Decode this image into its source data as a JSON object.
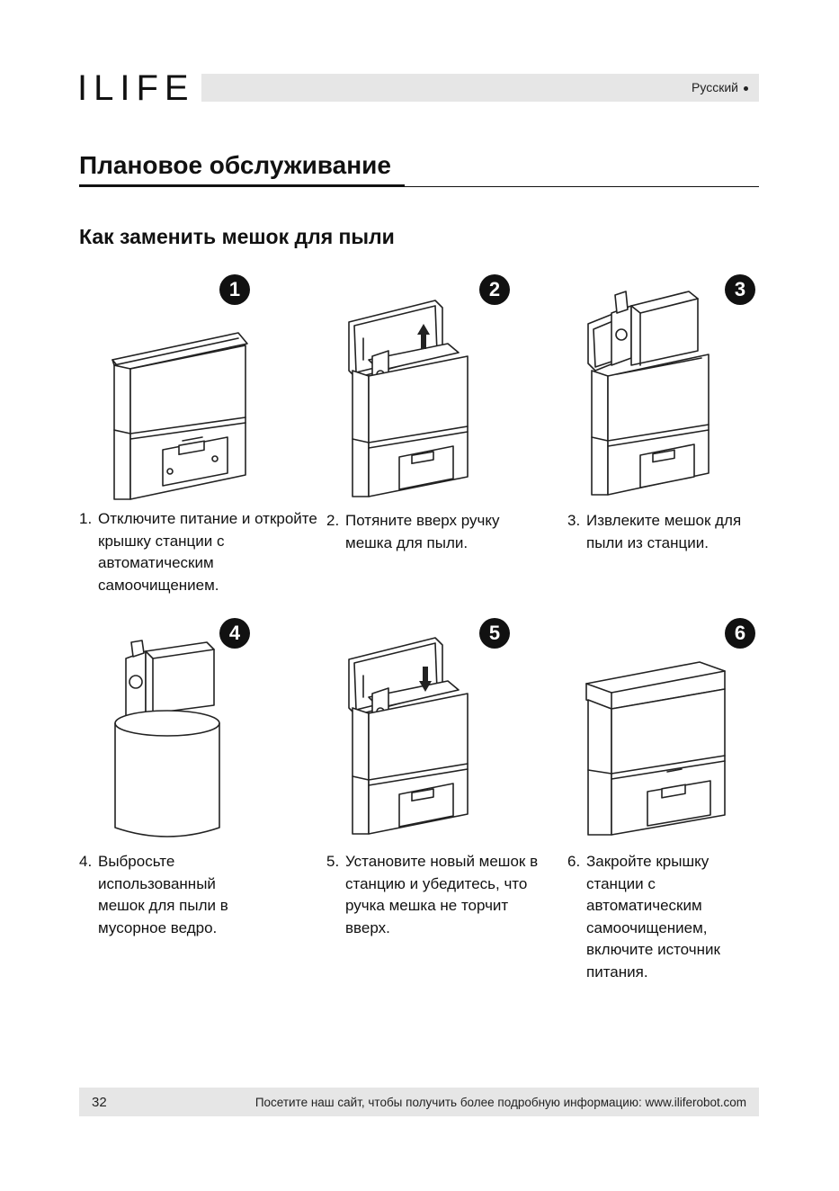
{
  "header": {
    "brand": "ILIFE",
    "language": "Русский"
  },
  "page": {
    "title": "Плановое обслуживание",
    "subtitle": "Как заменить мешок для пыли"
  },
  "steps": [
    {
      "badge": "1",
      "number": "1.",
      "text": "Отключите питание и откройте крышку станции с автоматическим самоочищением.",
      "illustration": "dock-lid-closed-icon"
    },
    {
      "badge": "2",
      "number": "2.",
      "text": "Потяните вверх ручку мешка для пыли.",
      "illustration": "dock-pull-handle-up-icon"
    },
    {
      "badge": "3",
      "number": "3.",
      "text": "Извлеките мешок для пыли из станции.",
      "illustration": "dock-remove-bag-icon"
    },
    {
      "badge": "4",
      "number": "4.",
      "text": "Выбросьте использованный мешок для пыли в мусорное ведро.",
      "illustration": "bag-into-bin-icon"
    },
    {
      "badge": "5",
      "number": "5.",
      "text": "Установите новый мешок в станцию и убедитесь, что ручка мешка не торчит вверх.",
      "illustration": "dock-push-handle-down-icon"
    },
    {
      "badge": "6",
      "number": "6.",
      "text": "Закройте крышку станции с автоматическим самоочищением, включите источник питания.",
      "illustration": "dock-lid-closed-icon"
    }
  ],
  "footer": {
    "page_number": "32",
    "note": "Посетите наш сайт, чтобы получить более подробную информацию: www.iliferobot.com"
  }
}
